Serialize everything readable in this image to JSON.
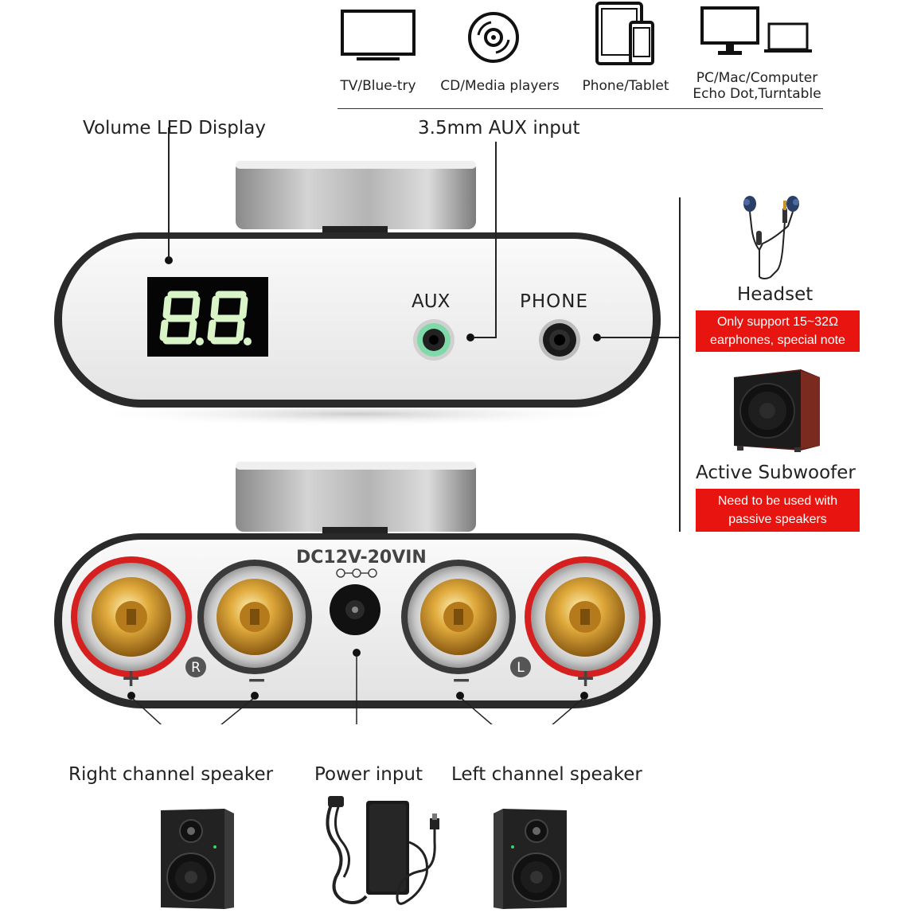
{
  "sources": {
    "tv": "TV/Blue-try",
    "cd": "CD/Media players",
    "phone": "Phone/Tablet",
    "pc_line1": "PC/Mac/Computer",
    "pc_line2": "Echo Dot,Turntable"
  },
  "labels": {
    "volume_display": "Volume LED Display",
    "aux_input": "3.5mm AUX input",
    "headset": "Headset",
    "subwoofer": "Active Subwoofer",
    "right_speaker": "Right channel speaker",
    "power_input": "Power input",
    "left_speaker": "Left channel speaker"
  },
  "notes": {
    "headset_line1": "Only support 15~32Ω",
    "headset_line2": "earphones, special note",
    "sub_line1": "Need to be used with",
    "sub_line2": "passive speakers"
  },
  "front_panel": {
    "aux": "AUX",
    "phone": "PHONE",
    "led_readout": "8.8."
  },
  "rear_panel": {
    "dc": "DC12V-20VIN",
    "r": "R",
    "l": "L",
    "plus": "+",
    "minus": "−"
  },
  "colors": {
    "red_note": "#e8140f",
    "led_green": "#d9f5c8",
    "aux_ring": "#7fd9a8",
    "gold": "#c8922a"
  }
}
